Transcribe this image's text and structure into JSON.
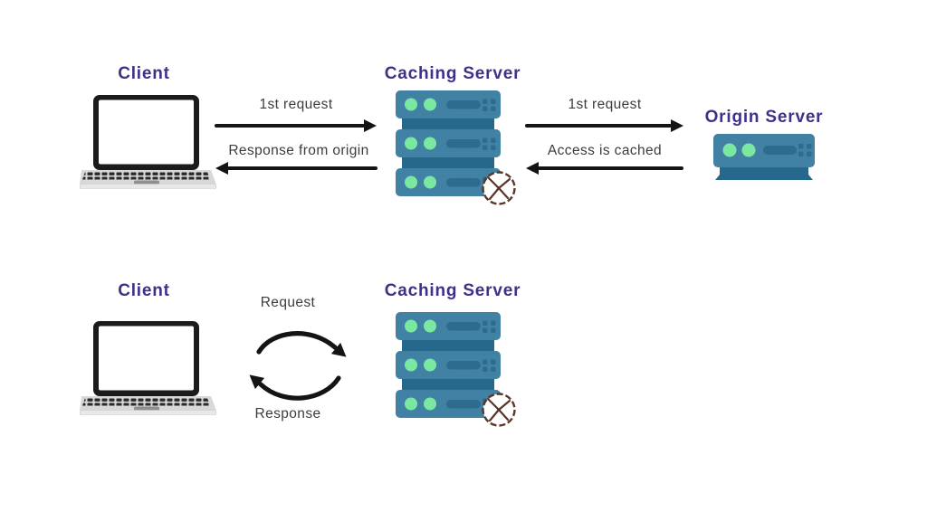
{
  "diagram": {
    "top": {
      "client": "Client",
      "caching_server": "Caching Server",
      "origin_server": "Origin Server",
      "arrow_client_to_cache": "1st request",
      "arrow_cache_to_client": "Response from origin",
      "arrow_cache_to_origin": "1st request",
      "arrow_origin_to_cache": "Access is cached"
    },
    "bottom": {
      "client": "Client",
      "caching_server": "Caching Server",
      "arrow_request": "Request",
      "arrow_response": "Response"
    }
  },
  "icons": {
    "client": "laptop-icon",
    "caching_server": "server-stack-icon",
    "origin_server": "server-rack-icon",
    "cache_timer": "clock-icon"
  },
  "colors": {
    "title_text": "#3e3189",
    "label_text": "#3c3c3c",
    "arrow": "#141414",
    "server_body": "#4181a4",
    "server_dark": "#26688b",
    "server_slot": "#2e6c8d",
    "led_green": "#7be8a2",
    "laptop_shell": "#1b1b1b",
    "laptop_base": "#d8d8d8",
    "trackpad": "#8f8f8f",
    "clock_icon": "#5a352a",
    "background": "#ffffff"
  }
}
